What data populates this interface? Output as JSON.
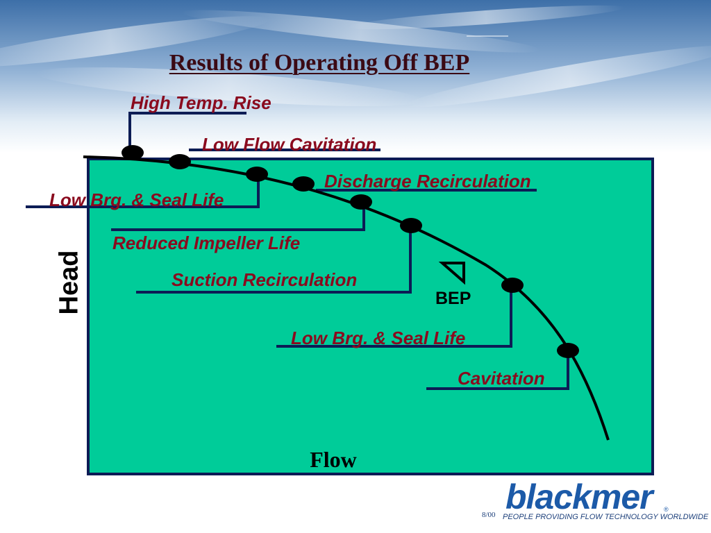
{
  "slide": {
    "title": "Results of Operating Off BEP",
    "head_label": "Head",
    "flow_label": "Flow",
    "bep_label": "BEP",
    "date": "8/00"
  },
  "labels": {
    "high_temp_rise": "High Temp. Rise",
    "low_flow_cavitation": "Low Flow Cavitation",
    "discharge_recirculation": "Discharge Recirculation",
    "low_brg_seal_life_left": "Low Brg. & Seal Life",
    "reduced_impeller_life": "Reduced Impeller Life",
    "suction_recirculation": "Suction Recirculation",
    "low_brg_seal_life_right": "Low Brg. & Seal Life",
    "cavitation": "Cavitation"
  },
  "logo": {
    "wordmark": "blackmer",
    "registered": "®",
    "tagline": "PEOPLE PROVIDING FLOW TECHNOLOGY WORLDWIDE"
  },
  "colors": {
    "plot_fill": "#00cc99",
    "plot_border": "#0c1c55",
    "leader_lines": "#0c1c55",
    "label_text": "#8a0a1e",
    "curve": "#000000",
    "brand_blue": "#1c5aa8"
  }
}
